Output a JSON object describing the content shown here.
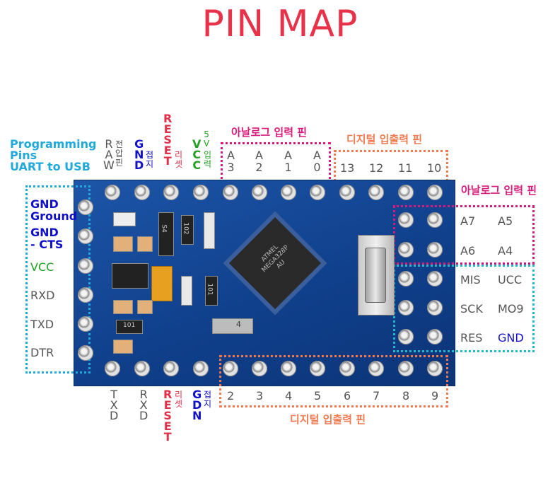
{
  "title": "PIN MAP",
  "programming": {
    "line1": "Programming",
    "line2": "Pins",
    "line3": "UART to USB"
  },
  "top_pins": {
    "raw": [
      "R",
      "A",
      "W"
    ],
    "raw_ko": [
      "전",
      "압",
      "핀"
    ],
    "gnd": [
      "G",
      "N",
      "D"
    ],
    "gnd_ko": [
      "접",
      "지"
    ],
    "reset": [
      "R",
      "E",
      "S",
      "E",
      "T"
    ],
    "reset_ko": [
      "리",
      "셋"
    ],
    "vcc_5v": [
      "5",
      "V"
    ],
    "vcc": [
      "V",
      "C",
      "C"
    ],
    "vcc_ko": [
      "입",
      "력"
    ],
    "analog_section": "아날로그 입력 핀",
    "analog": [
      [
        "A",
        "3"
      ],
      [
        "A",
        "2"
      ],
      [
        "A",
        "1"
      ],
      [
        "A",
        "0"
      ]
    ],
    "digital_section": "디지털 입출력 핀",
    "digital": [
      "13",
      "12",
      "11",
      "10"
    ]
  },
  "left_pins": [
    "GND",
    "Ground",
    "GND",
    "- CTS",
    "VCC",
    "RXD",
    "TXD",
    "DTR"
  ],
  "right_section": "아날로그 입력 핀",
  "right_pins": {
    "analog": [
      [
        "A7",
        "A5"
      ],
      [
        "A6",
        "A4"
      ]
    ],
    "spi": [
      [
        "MIS",
        "UCC"
      ],
      [
        "SCK",
        "MO9"
      ],
      [
        "RES",
        "GND"
      ]
    ]
  },
  "bottom_pins": {
    "txd": [
      "T",
      "X",
      "D"
    ],
    "rxd": [
      "R",
      "X",
      "D"
    ],
    "reset": [
      "R",
      "E",
      "S",
      "E",
      "T"
    ],
    "reset_ko": [
      "리",
      "셋"
    ],
    "gnd": [
      "G",
      "D",
      "N"
    ],
    "gnd_ko": [
      "접",
      "지"
    ],
    "digital": [
      "2",
      "3",
      "4",
      "5",
      "6",
      "7",
      "8",
      "9"
    ],
    "digital_section": "디지털 입출력 핀"
  },
  "board_marks": {
    "chip": "ATMEL MEGA328P AU",
    "r1": "S4",
    "r2": "102",
    "r3": "101",
    "r4": "101",
    "r5": "4"
  },
  "colors": {
    "title": "#e8324a",
    "blue": "#1010c8",
    "cyan": "#21a9dc",
    "green": "#22a022",
    "red": "#e0304a",
    "magenta": "#d81b7a",
    "orange": "#f07a50",
    "teal": "#22b8c8"
  }
}
